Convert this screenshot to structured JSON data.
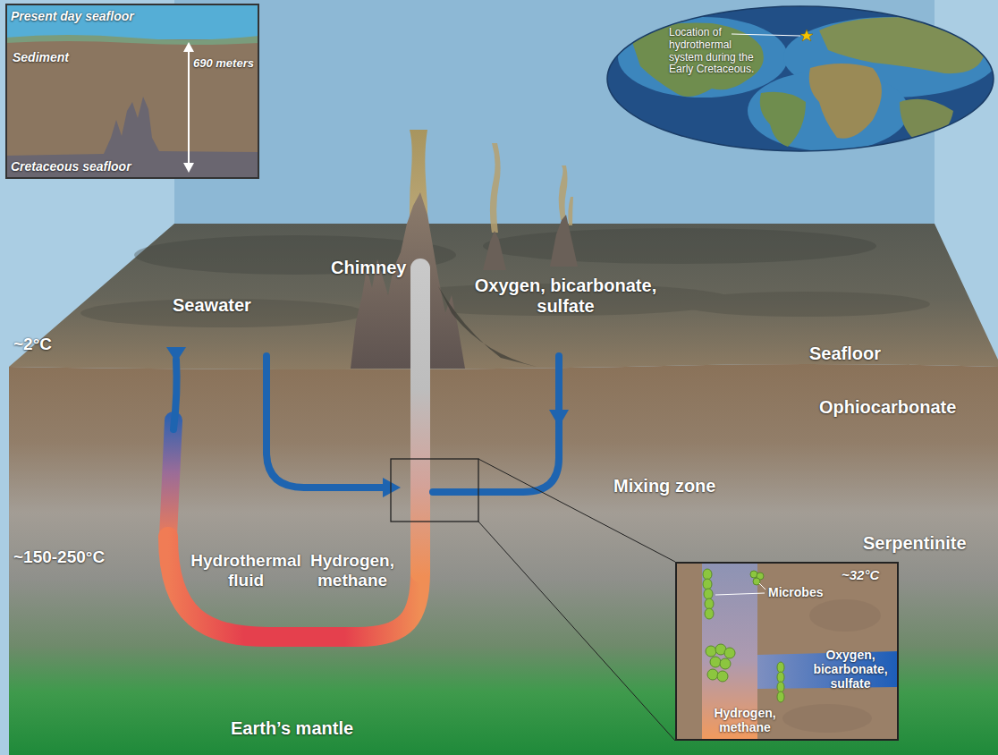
{
  "diagram": {
    "nodes": [
      {
        "text": [
          "Present day seafloor",
          "Sediment",
          "690 meters",
          "Cretaceous seafloor"
        ]
      },
      {
        "text": [
          "Location of hydrothermal system during the Early Cretaceous."
        ]
      },
      {
        "text": [
          "~32°C",
          "Microbes",
          "Oxygen, bicarbonate, sulfate",
          "Hydrogen, methane"
        ]
      }
    ],
    "labels": [
      "~2°C",
      "Seawater",
      "Chimney",
      "Oxygen, bicarbonate, sulfate",
      "Seafloor",
      "Ophiocarbonate",
      "Mixing zone",
      "~150-250°C",
      "Hydrothermal fluid",
      "Hydrogen, methane",
      "Serpentinite",
      "Earth’s mantle"
    ]
  }
}
